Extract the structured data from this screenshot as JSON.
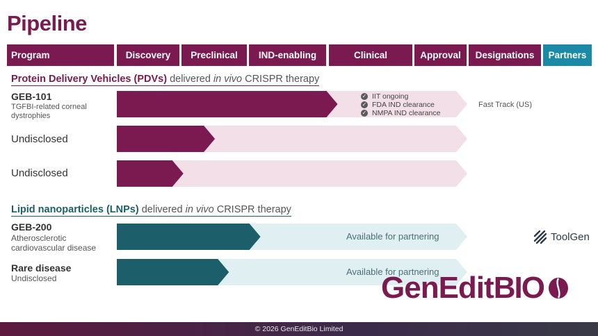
{
  "title": "Pipeline",
  "header": {
    "cols": [
      "Program",
      "Discovery",
      "Preclinical",
      "IND-enabling",
      "Clinical",
      "Approval",
      "Designations",
      "Partners"
    ]
  },
  "pdv_section": {
    "bold": "Protein Delivery Vehicles (PDVs)",
    "pre": "delivered",
    "italic": "in vivo",
    "post": "CRISPR therapy"
  },
  "programs": {
    "geb101": {
      "name": "GEB-101",
      "desc1": "TGFBI-related corneal",
      "desc2": "dystrophies",
      "status": [
        "IIT ongoing",
        "FDA IND clearance",
        "NMPA IND clearance"
      ],
      "designation": "Fast Track (US)"
    },
    "und1": {
      "name": "Undisclosed"
    },
    "und2": {
      "name": "Undisclosed"
    },
    "geb200": {
      "name": "GEB-200",
      "desc1": "Atherosclerotic",
      "desc2": "cardiovascular disease",
      "note": "Available for partnering",
      "partner": "ToolGen"
    },
    "rare": {
      "name": "Rare disease",
      "desc1": "Undisclosed",
      "note": "Available for partnering"
    }
  },
  "lnp_section": {
    "bold": "Lipid nanoparticles (LNPs)",
    "pre": "delivered",
    "italic": "in vivo",
    "post": "CRISPR therapy"
  },
  "progress": {
    "geb101": 0.63,
    "und1": 0.28,
    "und2": 0.19,
    "geb200": 0.41,
    "rare": 0.32
  },
  "colors": {
    "header_purple": "#7a1a50",
    "header_teal": "#1a8aa6",
    "pdv_bar": "#7a1a50",
    "pdv_track": "#f3dfe8",
    "lnp_bar": "#1c5f6a",
    "lnp_track": "#e0f0f2"
  },
  "brand": {
    "part1": "GenEdit",
    "part2": "BIO"
  },
  "footer": "© 2026 GenEditBio Limited"
}
